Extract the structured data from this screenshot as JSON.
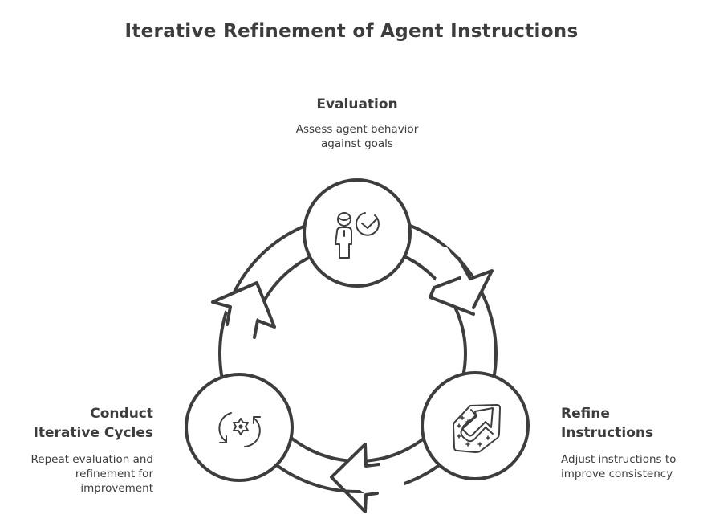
{
  "title": "Iterative Refinement of Agent Instructions",
  "colors": {
    "stroke": "#3d3d3d",
    "background": "#ffffff",
    "fill": "#ffffff"
  },
  "nodes": [
    {
      "id": "evaluation",
      "heading": "Evaluation",
      "description_lines": [
        "Assess agent behavior",
        "against goals"
      ],
      "icon": "person-check-icon"
    },
    {
      "id": "refine",
      "heading_lines": [
        "Refine",
        "Instructions"
      ],
      "description_lines": [
        "Adjust instructions to",
        "improve consistency"
      ],
      "icon": "upgrade-arrow-icon"
    },
    {
      "id": "cycles",
      "heading_lines": [
        "Conduct",
        "Iterative Cycles"
      ],
      "description_lines": [
        "Repeat evaluation and",
        "refinement for",
        "improvement"
      ],
      "icon": "gear-cycle-icon"
    }
  ],
  "flow": [
    "Evaluation",
    "Refine Instructions",
    "Conduct Iterative Cycles",
    "Evaluation"
  ],
  "flow_direction": "clockwise"
}
